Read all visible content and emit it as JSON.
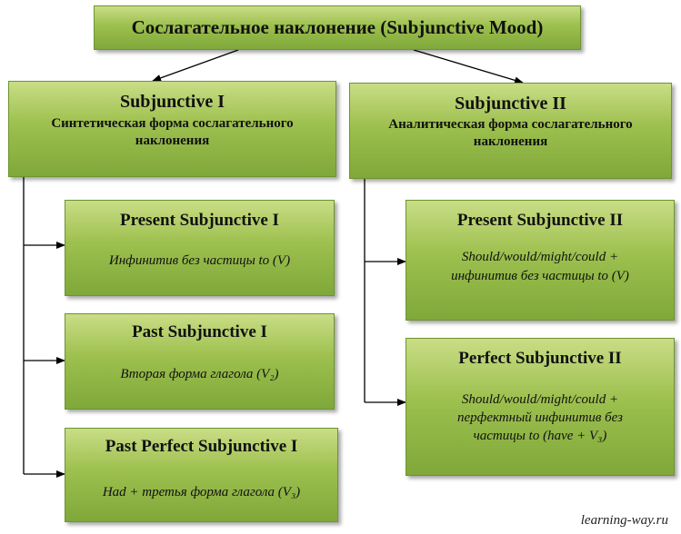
{
  "title": "Сослагательное наклонение (Subjunctive Mood)",
  "left": {
    "heading": "Subjunctive I",
    "subheading_line1": "Синтетическая  форма  сослагательного",
    "subheading_line2": "наклонения",
    "items": [
      {
        "title": "Present Subjunctive I",
        "text_line1": "Инфинитив без частицы to (V)",
        "text_line2": ""
      },
      {
        "title": "Past Subjunctive I",
        "text_line1": "Вторая форма глагола (V₂)",
        "text_line2": ""
      },
      {
        "title": "Past Perfect Subjunctive I",
        "text_line1": "Had + третья форма глагола (V₃)",
        "text_line2": ""
      }
    ]
  },
  "right": {
    "heading": "Subjunctive II",
    "subheading_line1": "Аналитическая  форма  сослагательного",
    "subheading_line2": "наклонения",
    "items": [
      {
        "title": "Present Subjunctive II",
        "text_line1": "Should/would/might/could  +",
        "text_line2": "инфинитив без частицы to (V)",
        "text_line3": ""
      },
      {
        "title": "Perfect Subjunctive II",
        "text_line1": "Should/would/might/could  +",
        "text_line2": "перфектный  инфинитив без",
        "text_line3": "частицы to (have + V₃)"
      }
    ]
  },
  "watermark": "learning-way.ru",
  "colors": {
    "box_top": "#c9dd86",
    "box_bottom": "#7fa83a",
    "border": "#6f9431"
  }
}
